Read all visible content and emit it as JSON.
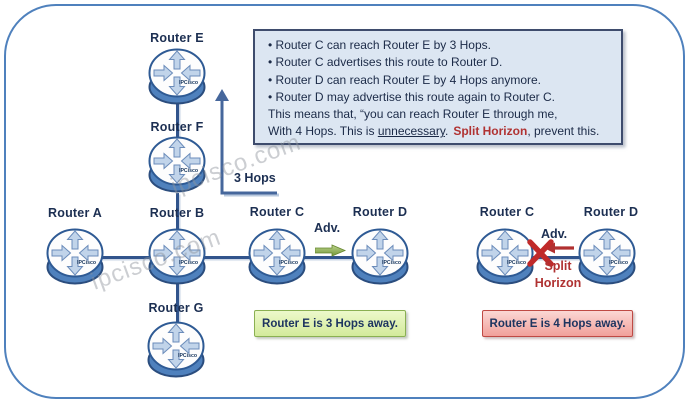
{
  "watermark": {
    "text": "ipcisco.com"
  },
  "icon_text": "IPCisco",
  "routers": [
    {
      "id": "router-e",
      "label": "Router E"
    },
    {
      "id": "router-f",
      "label": "Router F"
    },
    {
      "id": "router-a",
      "label": "Router A"
    },
    {
      "id": "router-b",
      "label": "Router B"
    },
    {
      "id": "router-c",
      "label": "Router C"
    },
    {
      "id": "router-d",
      "label": "Router D"
    },
    {
      "id": "router-g",
      "label": "Router G"
    },
    {
      "id": "router-c2",
      "label": "Router C"
    },
    {
      "id": "router-d2",
      "label": "Router D"
    }
  ],
  "hops_arrow": {
    "label": "3 Hops"
  },
  "adv_left": {
    "label": "Adv."
  },
  "adv_right": {
    "label": "Adv."
  },
  "split_horizon": {
    "line1": "Split",
    "line2": "Horizon"
  },
  "info_box": {
    "bullets": [
      "• Router C can reach Router E by 3 Hops.",
      "• Router C advertises this route to Router D.",
      "• Router D can reach Router E by 4 Hops anymore.",
      "• Router D may advertise this route again to Router C."
    ],
    "line5": "This means that, “you can reach Router E through me,",
    "line6_pre": "With 4 Hops. This is ",
    "line6_underline": "unnecessary",
    "line6_mid": ".",
    "line6_red": "Split Horizon",
    "line6_post": ", prevent this."
  },
  "status_boxes": {
    "green": "Router E is 3 Hops away.",
    "red": "Router E is 4 Hops away."
  },
  "colors": {
    "frame_border": "#4f81bd",
    "link": "#31548c",
    "router_body": "#4f81bd",
    "info_box_bg": "#dce6f2",
    "info_box_border": "#3e4c6d",
    "label_navy": "#1c2f52",
    "alert_red": "#b03232",
    "green_box_border": "#8ab052",
    "red_box_border": "#bf4a44",
    "adv_arrow_green": "#74973a"
  }
}
